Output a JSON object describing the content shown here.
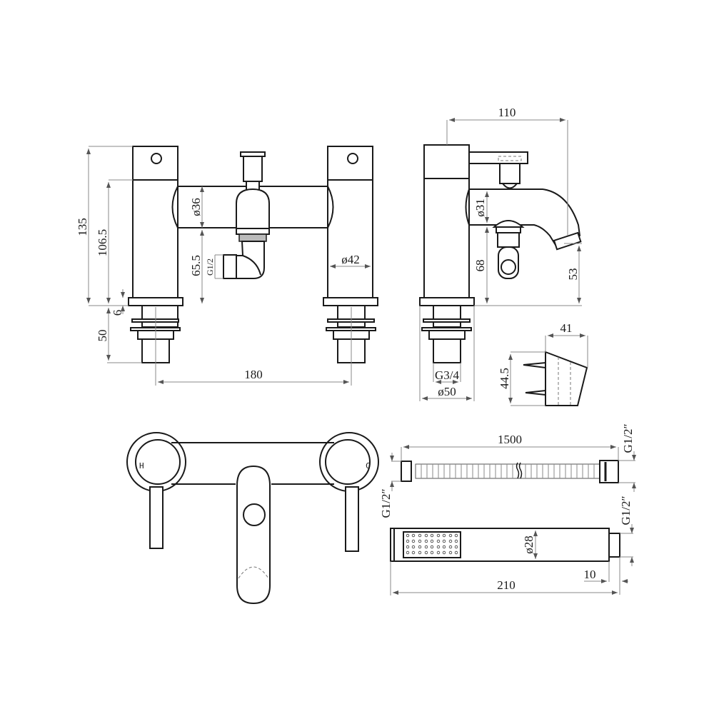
{
  "drawing": {
    "subject": "Bath shower mixer tap technical drawing",
    "views": {
      "front": {
        "dimensions": {
          "overall_height": "135",
          "body_height": "106.5",
          "outlet_height": "65.5",
          "outlet_thread": "G1/2",
          "deck_thickness": "6",
          "tail_length": "50",
          "centres": "180",
          "spout_diameter": "ø36",
          "pillar_diameter": "ø42"
        }
      },
      "side": {
        "dimensions": {
          "projection": "110",
          "spout_diameter": "ø31",
          "diverter_height": "68",
          "spout_outlet_height": "53",
          "tail_thread": "G3/4",
          "base_diameter": "ø50"
        }
      },
      "bracket": {
        "dimensions": {
          "width": "41",
          "height": "44.5"
        }
      },
      "top": {
        "labels": {
          "hot": "H",
          "cold": "C"
        }
      },
      "hose": {
        "dimensions": {
          "length": "1500",
          "left_thread": "G1/2″",
          "right_thread": "G1/2″"
        }
      },
      "handset": {
        "dimensions": {
          "length": "210",
          "diameter": "ø28",
          "connector_length": "10",
          "thread": "G1/2″"
        }
      }
    },
    "colors": {
      "line": "#1a1a1a",
      "dimension_line": "#888888",
      "background": "#ffffff"
    }
  }
}
